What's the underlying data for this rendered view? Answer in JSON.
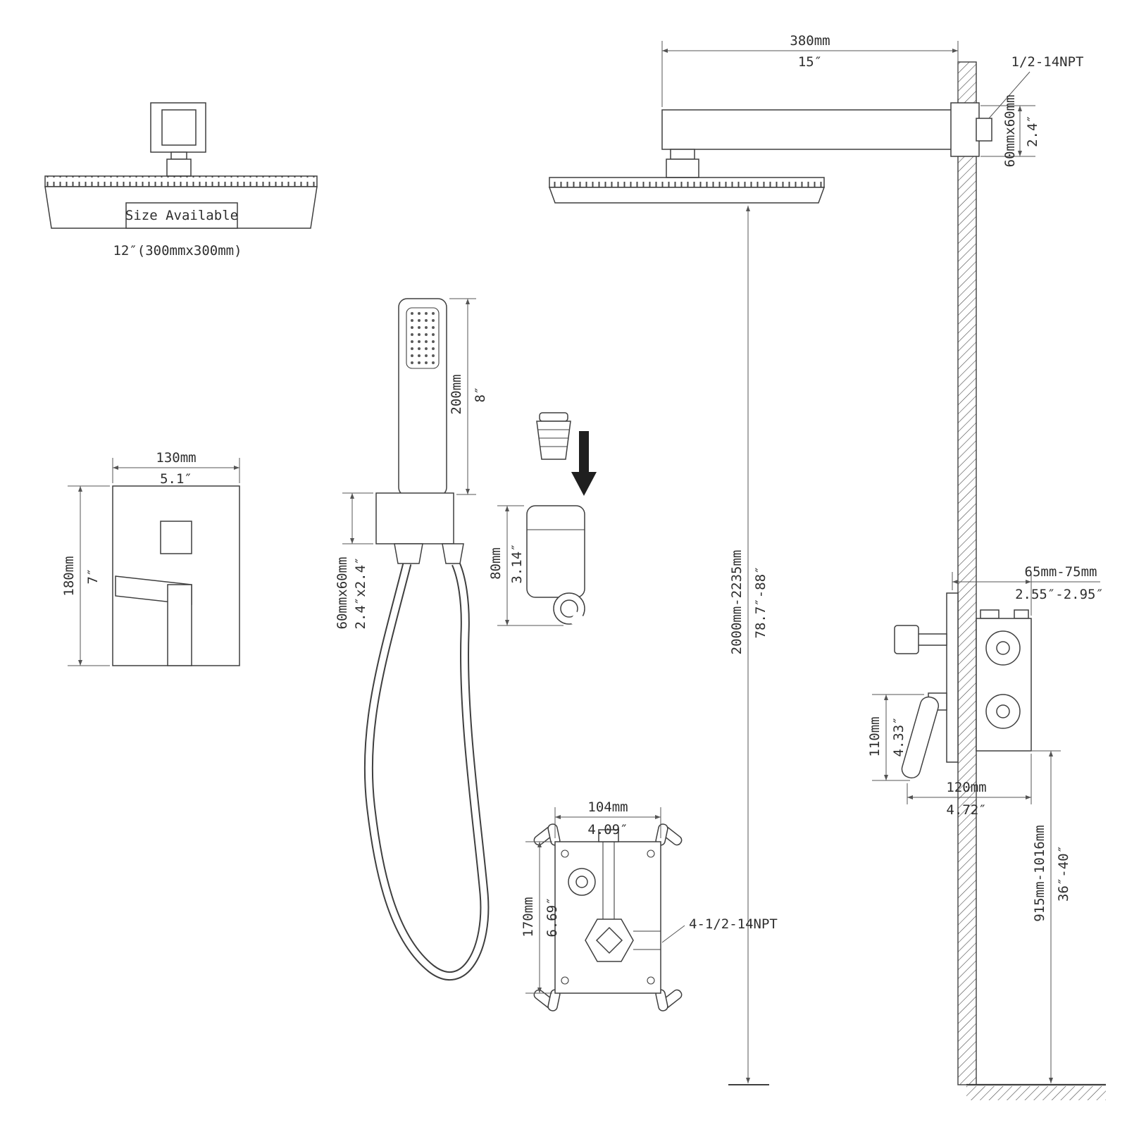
{
  "style": {
    "ink": "#3f3f3f",
    "dim_color": "#555555",
    "background": "#ffffff"
  },
  "head_front": {
    "size_available": "Size Available",
    "size_note": "12″(300mmx300mm)"
  },
  "arm_view": {
    "length_mm": "380mm",
    "length_in": "15″",
    "npt": "1/2-14NPT",
    "flange_mm": "60mmx60mm",
    "flange_in": "2.4″"
  },
  "height_dim": {
    "mm": "2000mm-2235mm",
    "inch": "78.7″-88″"
  },
  "plate": {
    "width_mm": "130mm",
    "width_in": "5.1″",
    "height_mm": "180mm",
    "height_in": "7″"
  },
  "handheld": {
    "length_mm": "200mm",
    "length_in": "8″",
    "holder_mm": "60mmx60mm",
    "holder_in": "2.4″x2.4″",
    "bracket_mm": "80mm",
    "bracket_in": "3.14″"
  },
  "valve": {
    "width_mm": "104mm",
    "width_in": "4.09″",
    "height_mm": "170mm",
    "height_in": "6.69″",
    "npt": "4-1/2-14NPT"
  },
  "side_view": {
    "depth_mm": "65mm-75mm",
    "depth_in": "2.55″-2.95″",
    "handle_h_mm": "110mm",
    "handle_h_in": "4.33″",
    "handle_l_mm": "120mm",
    "handle_l_in": "4.72″",
    "install_mm": "915mm-1016mm",
    "install_in": "36″-40″"
  }
}
